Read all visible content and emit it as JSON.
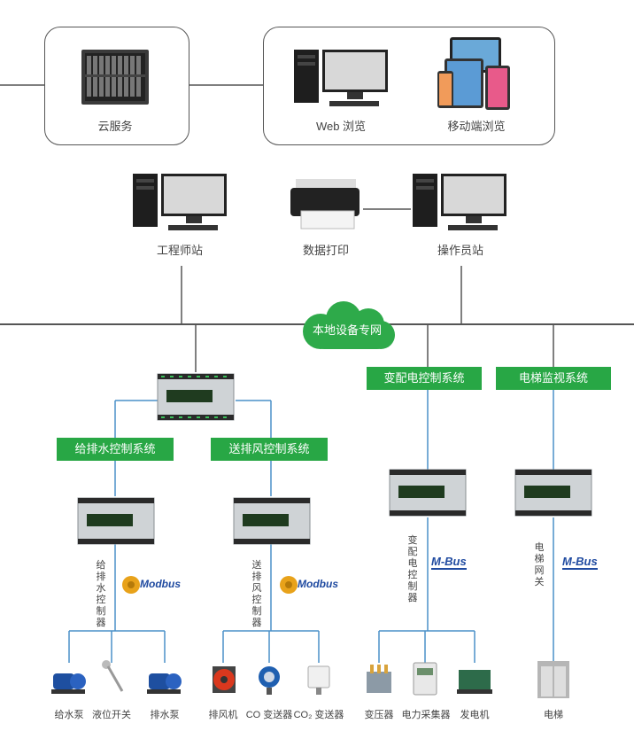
{
  "cloud_group": {
    "cloud_service": "云服务"
  },
  "browse_group": {
    "web_browse": "Web 浏览",
    "mobile_browse": "移动端浏览"
  },
  "stations": {
    "engineer": "工程师站",
    "printer": "数据打印",
    "operator": "操作员站"
  },
  "network": {
    "label": "本地设备专网"
  },
  "subsystems": {
    "water": "给排水控制系统",
    "air": "送排风控制系统",
    "power": "变配电控制系统",
    "elevator": "电梯监视系统"
  },
  "vertical_labels": {
    "water_ctrl": "给排水控制器",
    "air_ctrl": "送排风控制器",
    "power_ctrl": "变配电控制器",
    "elevator_gw": "电梯网关"
  },
  "protocols": {
    "modbus": "Modbus",
    "mbus": "M-Bus"
  },
  "devices": {
    "supply_pump": "给水泵",
    "level_switch": "液位开关",
    "drain_pump": "排水泵",
    "exhaust_fan": "排风机",
    "co_sensor": "CO 变送器",
    "co2_sensor": "CO₂ 变送器",
    "transformer": "变压器",
    "power_meter": "电力采集器",
    "generator": "发电机",
    "elevator": "电梯"
  },
  "colors": {
    "green": "#28a745",
    "line": "#4a90c8",
    "dark_line": "#555555"
  },
  "icons": [
    "server-rack-icon",
    "desktop-pc-icon",
    "mobile-devices-icon",
    "laser-printer-icon",
    "plc-controller-icon",
    "cloud-icon",
    "modbus-logo",
    "mbus-logo",
    "water-pump-icon",
    "level-switch-icon",
    "axial-fan-icon",
    "gas-sensor-icon",
    "transformer-icon",
    "meter-icon",
    "generator-icon",
    "elevator-icon"
  ]
}
